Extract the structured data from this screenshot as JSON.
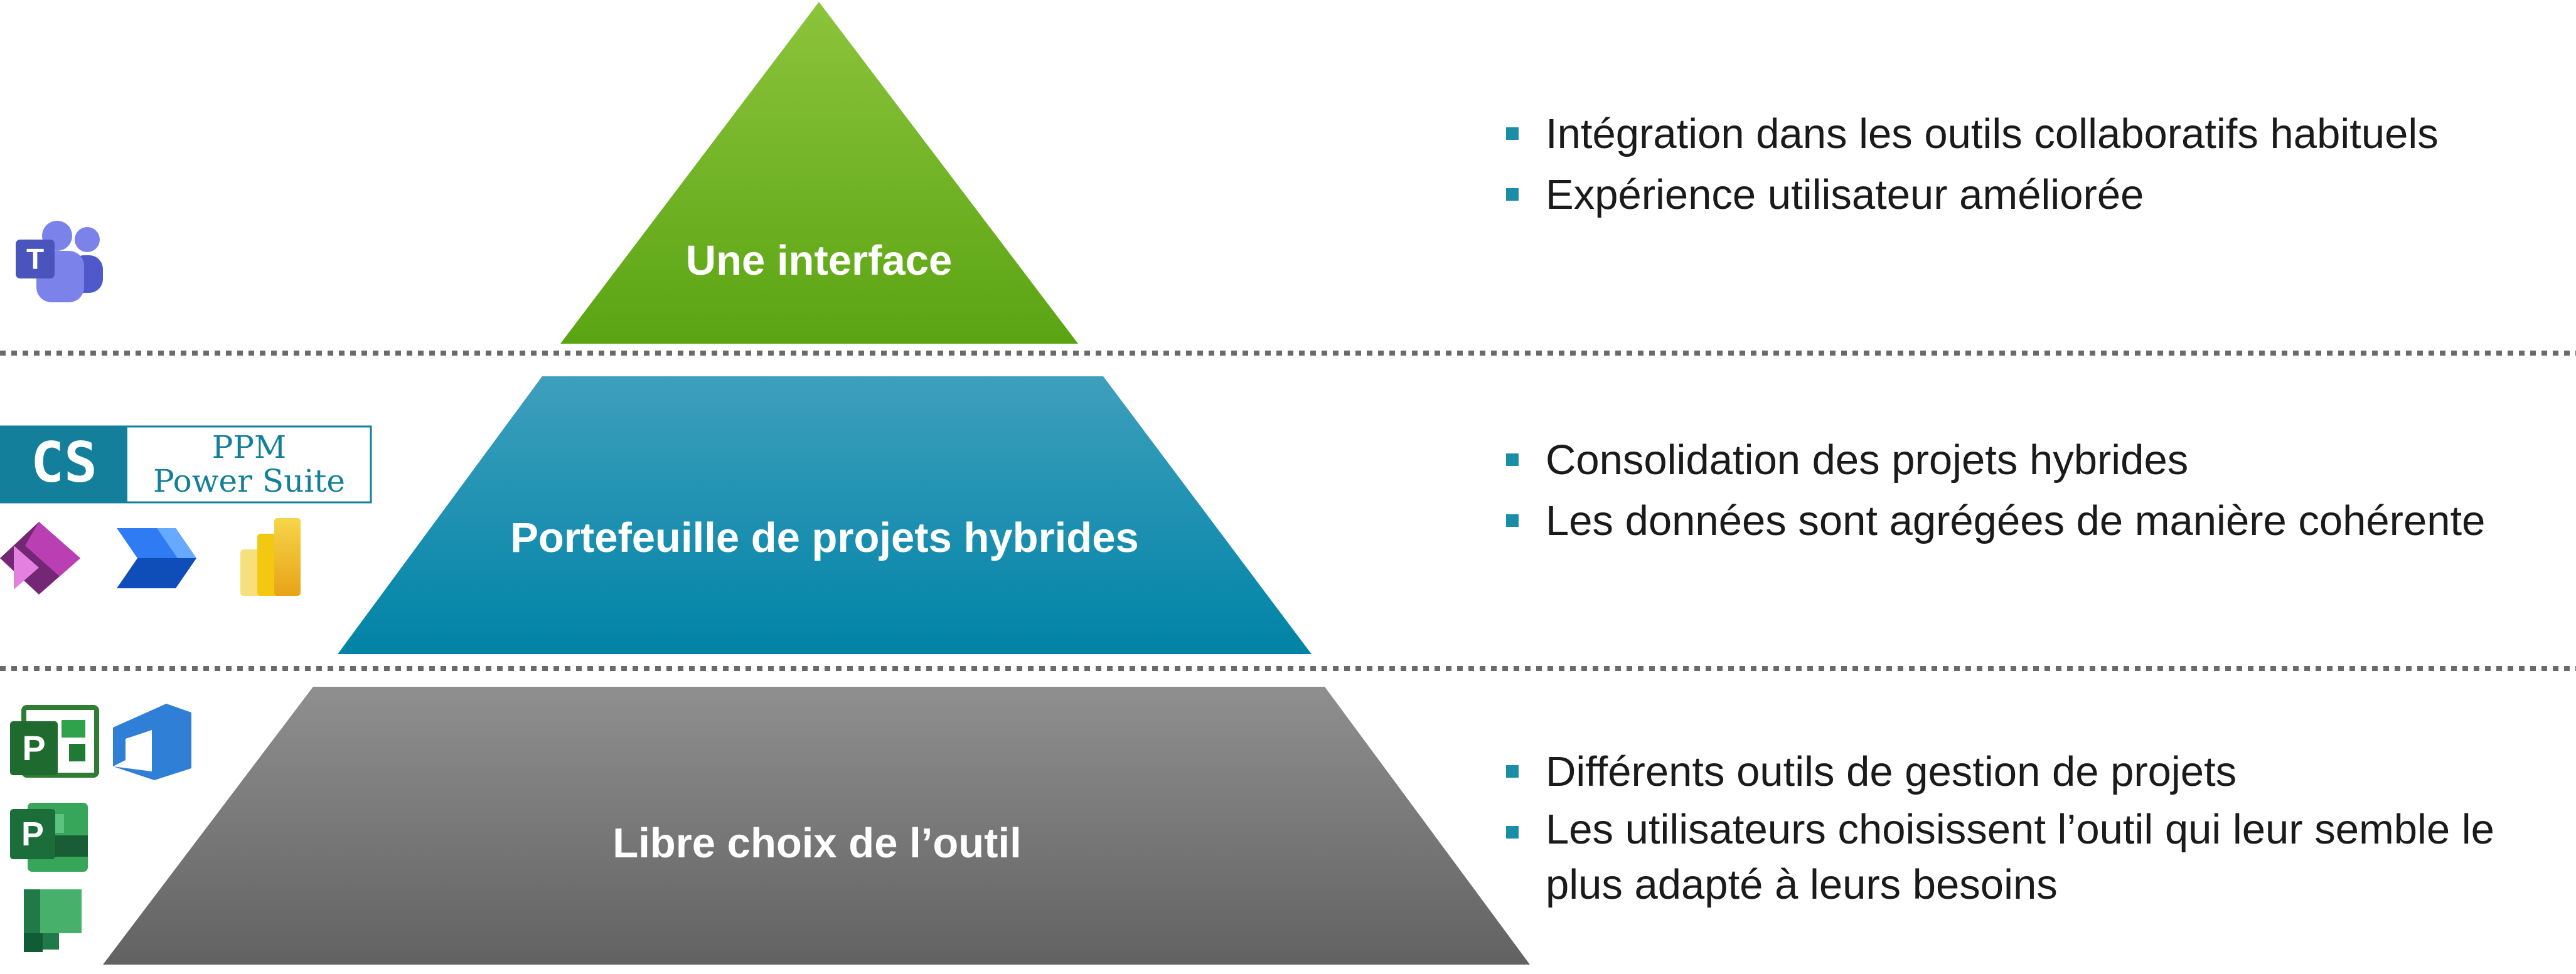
{
  "layers": [
    {
      "label": "Une interface",
      "bullets": [
        "Intégration dans les outils collaboratifs habituels",
        "Expérience utilisateur améliorée"
      ],
      "color": "#6fb21c",
      "icons": [
        "teams-icon"
      ]
    },
    {
      "label": "Portefeuille de projets hybrides",
      "bullets": [
        "Consolidation des projets hybrides",
        "Les données sont agrégées de manière cohérente"
      ],
      "color": "#0a88a8",
      "logo": {
        "mark": "CS",
        "line1": "PPM",
        "line2": "Power Suite"
      },
      "icons": [
        "power-apps-icon",
        "power-automate-icon",
        "power-bi-icon"
      ]
    },
    {
      "label": "Libre choix de l’outil",
      "bullets": [
        "Différents outils de gestion de projets",
        "Les utilisateurs choisissent l’outil qui leur semble le plus adapté à leurs besoins"
      ],
      "color": "#767676",
      "icons": [
        "project-icon",
        "azure-devops-icon",
        "project-online-icon",
        "planner-icon"
      ]
    }
  ],
  "colors": {
    "bullet": "#1a8ea6",
    "text": "#1a1a1a",
    "divider": "#6a6a6a"
  }
}
